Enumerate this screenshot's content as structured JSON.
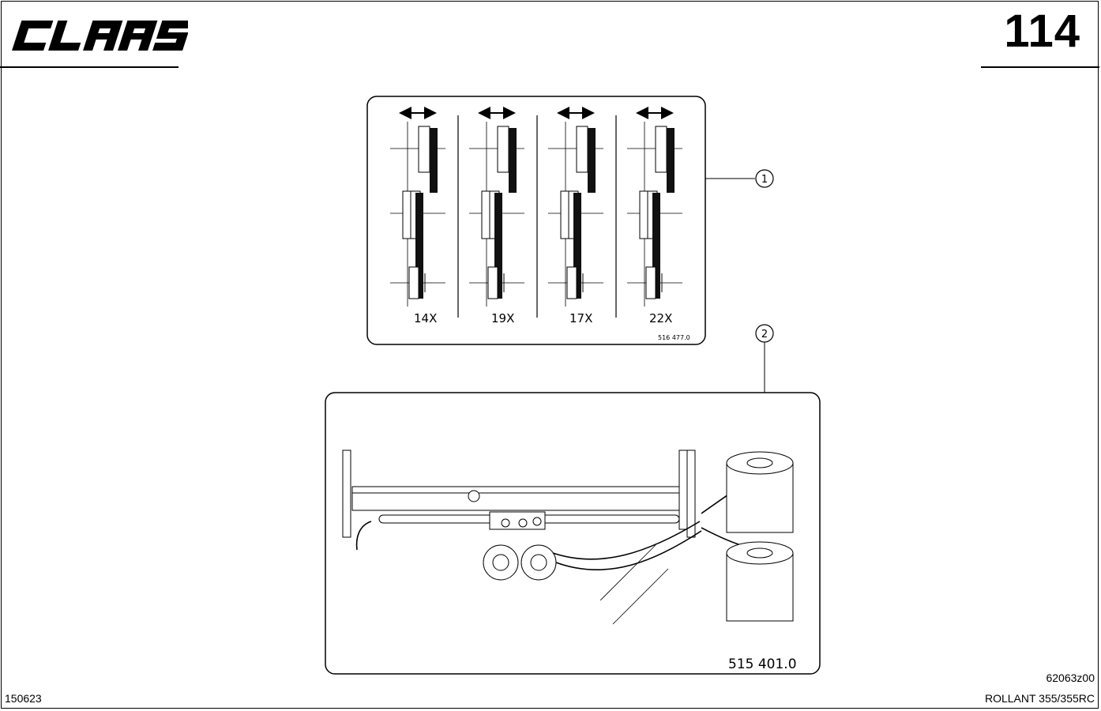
{
  "header": {
    "brand": "CLAAS",
    "page_number": "114"
  },
  "figure1": {
    "callout": "1",
    "ratios": [
      "14X",
      "19X",
      "17X",
      "22X"
    ],
    "part_number": "516 477.0"
  },
  "figure2": {
    "callout": "2",
    "part_number": "515 401.0"
  },
  "footer": {
    "doc_code": "62063z00",
    "date_code": "150623",
    "model": "ROLLANT 355/355RC"
  }
}
